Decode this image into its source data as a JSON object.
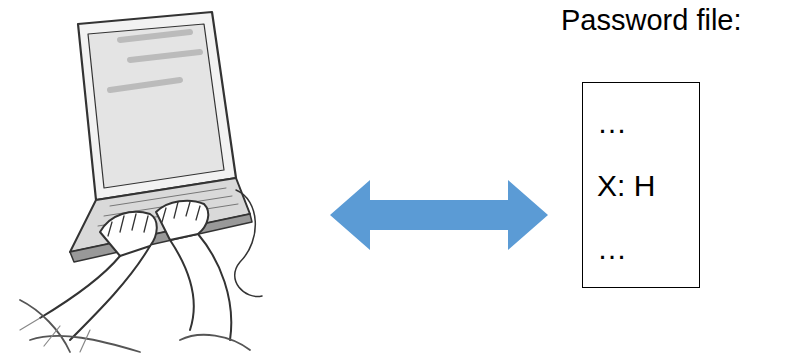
{
  "diagram": {
    "nodes": [
      {
        "text": [
          "Password file:",
          "…",
          "X: H",
          "…"
        ]
      }
    ]
  }
}
